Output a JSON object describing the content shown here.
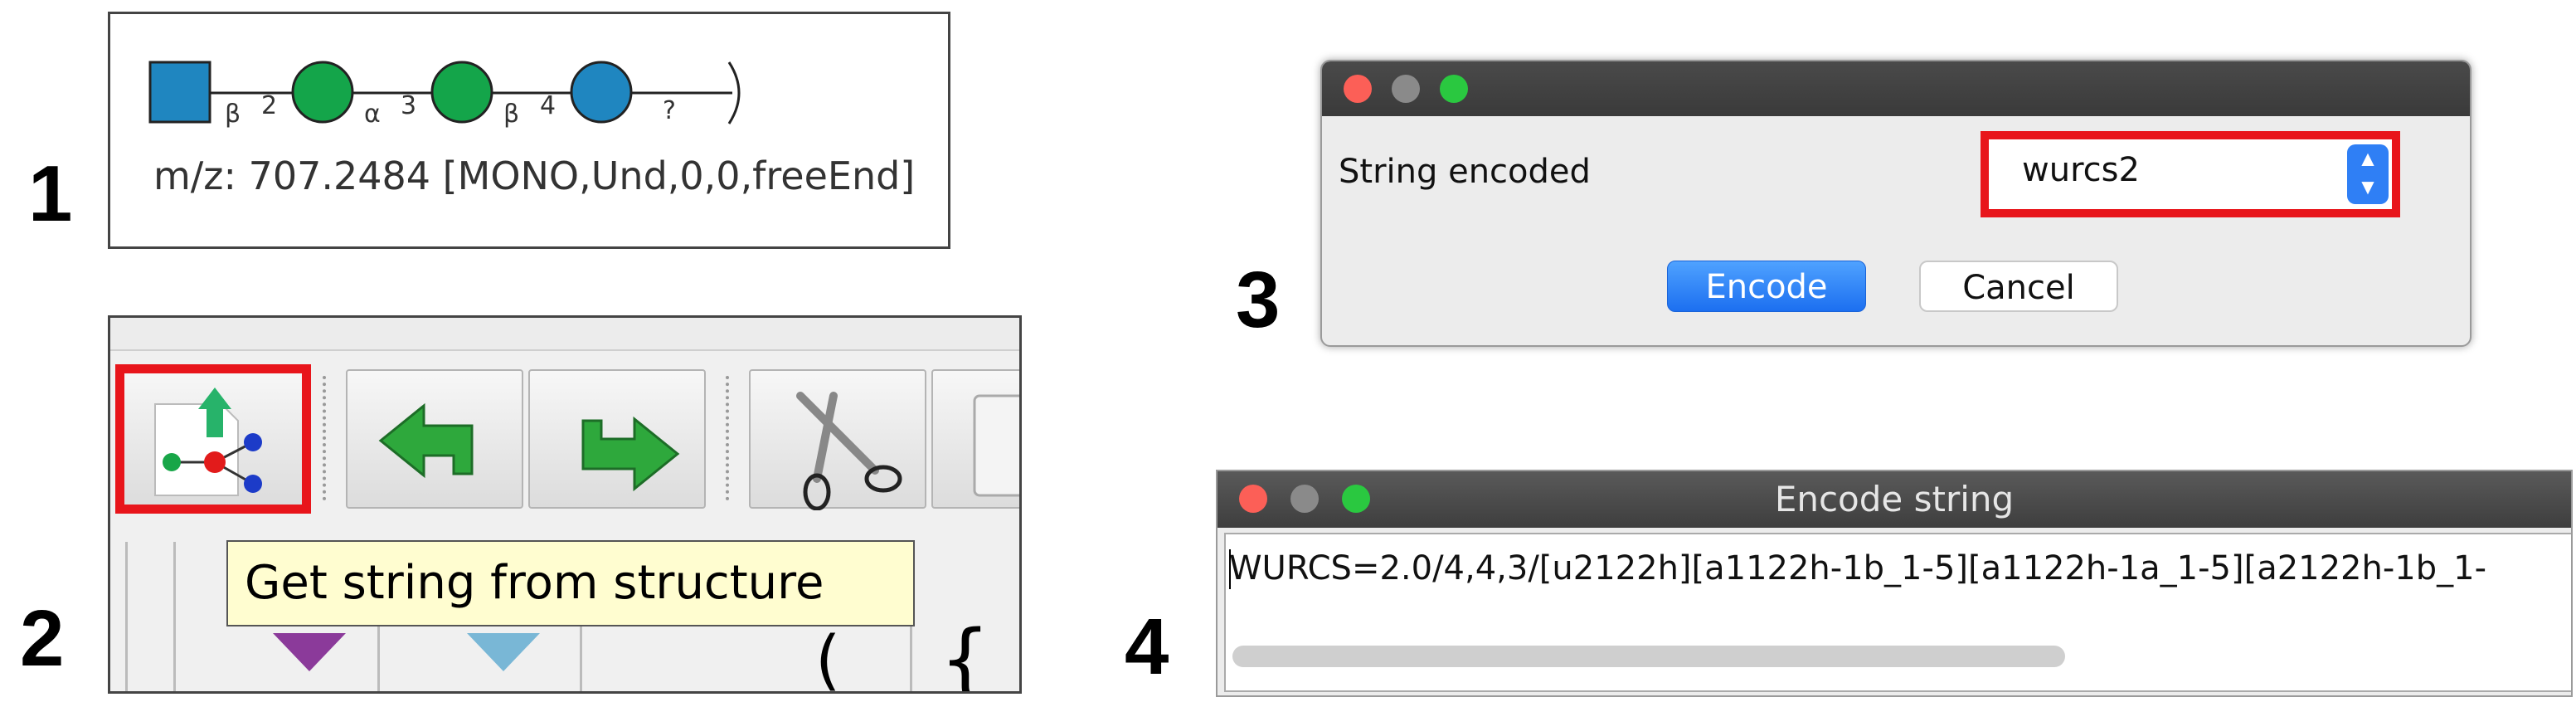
{
  "steps": [
    "1",
    "2",
    "3",
    "4"
  ],
  "panel1": {
    "linkages": [
      {
        "anomer": "β",
        "position": "2"
      },
      {
        "anomer": "α",
        "position": "3"
      },
      {
        "anomer": "β",
        "position": "4"
      },
      {
        "anomer": "",
        "position": "?"
      }
    ],
    "mass_label": "m/z: 707.2484 [MONO,Und,0,0,freeEnd]",
    "colors": {
      "square": "#1f86c0",
      "circle_green": "#14a54a",
      "circle_blue": "#1f86c0"
    }
  },
  "panel2": {
    "toolbar_icons": [
      "get-string-from-structure-icon",
      "undo-arrow-icon",
      "redo-arrow-icon",
      "scissors-icon",
      "paste-icon"
    ],
    "tooltip": "Get string from structure",
    "highlight_color": "#e8151b"
  },
  "panel3": {
    "label": "String encoded",
    "select_value": "wurcs2",
    "encode_label": "Encode",
    "cancel_label": "Cancel",
    "accent": "#2f7ff5"
  },
  "panel4": {
    "title": "Encode string",
    "text": "WURCS=2.0/4,4,3/[u2122h][a1122h-1b_1-5][a1122h-1a_1-5][a2122h-1b_1-"
  },
  "window_buttons": {
    "close": "#fc5f57",
    "minimize": "#8a8a8a",
    "zoom": "#2ac840"
  }
}
